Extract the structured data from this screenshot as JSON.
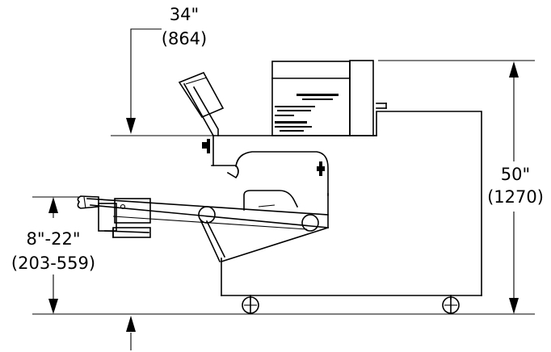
{
  "dimensions": {
    "top_height": {
      "inches": "34\"",
      "mm": "(864)"
    },
    "overall_height": {
      "inches": "50\"",
      "mm": "(1270)"
    },
    "infeed_height": {
      "inches": "8\"-22\"",
      "mm": "(203-559)"
    }
  }
}
